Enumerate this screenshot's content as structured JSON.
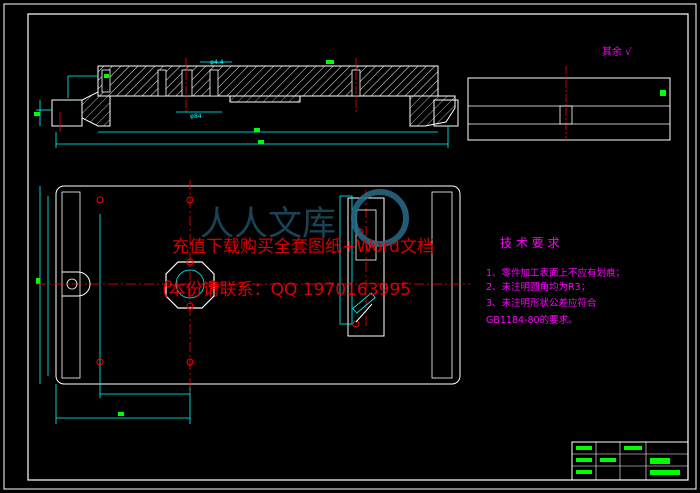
{
  "drawing": {
    "surface_note": "其余 √",
    "dims": {
      "phi44": "φ4.4",
      "phi84": "φ84"
    },
    "tech_requirements": {
      "title": "技 术 要 求",
      "items": [
        "1、零件加工表面上不应有划痕；",
        "2、未注明圆角均为R3；",
        "3、未注明形状公差应符合",
        "GB1184-80的要求。"
      ]
    },
    "watermark": {
      "line1": "充值下载购买全套图纸+Word文档",
      "line2": "(本份请联系：QQ 1970163995",
      "logo_text": "人人文库"
    }
  },
  "colors": {
    "background": "#000000",
    "frame": "#ffffff",
    "part_outline": "#ffffff",
    "dimension": "#00ffff",
    "hatch": "#ffffff",
    "center_line": "#ff0000",
    "text_magenta": "#ff00ff",
    "watermark_red": "#ff0000",
    "title_block_green": "#00ff00"
  }
}
